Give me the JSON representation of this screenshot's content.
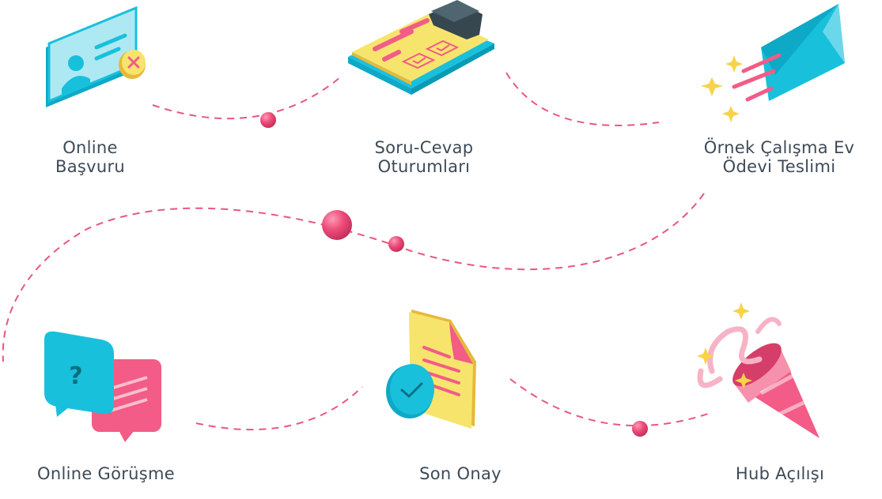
{
  "process": {
    "steps": [
      {
        "id": "online-basvuru",
        "label_lines": [
          "Online",
          "Başvuru"
        ],
        "icon": "id-card-icon"
      },
      {
        "id": "soru-cevap",
        "label_lines": [
          "Soru-Cevap",
          "Oturumları"
        ],
        "icon": "clipboard-icon"
      },
      {
        "id": "ornek-calisma",
        "label_lines": [
          "Örnek Çalışma Ev",
          "Ödevi Teslimi"
        ],
        "icon": "envelope-icon"
      },
      {
        "id": "online-gorusme",
        "label_lines": [
          "Online Görüşme"
        ],
        "icon": "chat-bubbles-icon"
      },
      {
        "id": "son-onay",
        "label_lines": [
          "Son Onay"
        ],
        "icon": "approved-document-icon"
      },
      {
        "id": "hub-acilisi",
        "label_lines": [
          "Hub Açılışı"
        ],
        "icon": "party-popper-icon"
      }
    ]
  },
  "colors": {
    "text": "#3d4a57",
    "path": "#e8577f",
    "node": "#ec4a78",
    "cyan": "#19c0dc",
    "cyan_light": "#aee9f3",
    "yellow": "#f7e46d",
    "yellow_dark": "#e6b93a",
    "pink": "#f25c86",
    "dark": "#37474f"
  }
}
